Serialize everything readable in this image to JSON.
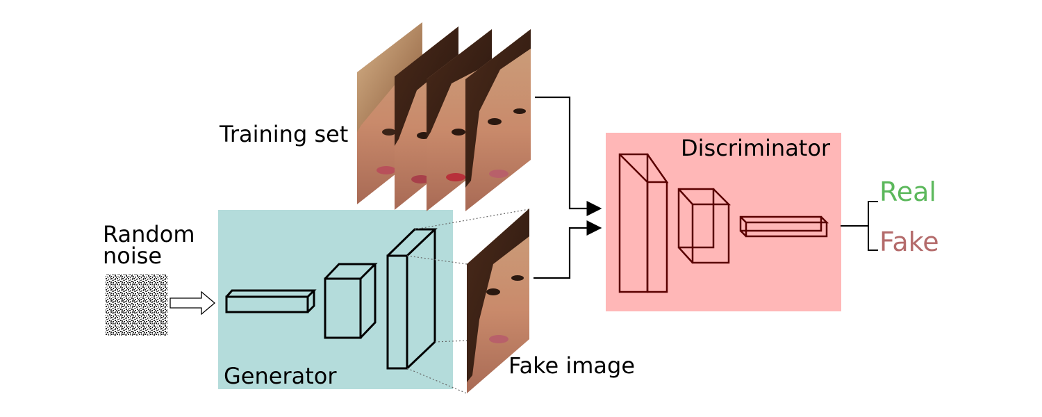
{
  "labels": {
    "training_set": "Training set",
    "random_noise_line1": "Random",
    "random_noise_line2": "noise",
    "generator": "Generator",
    "fake_image": "Fake image",
    "discriminator": "Discriminator",
    "real": "Real",
    "fake": "Fake"
  },
  "colors": {
    "generator_bg": "#b4dcdb",
    "discriminator_bg": "#ffb7b7",
    "real_text": "#5cb85c",
    "fake_text": "#b46b6b",
    "layer_stroke_generator": "#000000",
    "layer_stroke_discriminator": "#5a0000"
  },
  "icons": {
    "training_faces": "face-photo-stack",
    "fake_face": "face-photo",
    "noise": "random-noise-patch"
  }
}
